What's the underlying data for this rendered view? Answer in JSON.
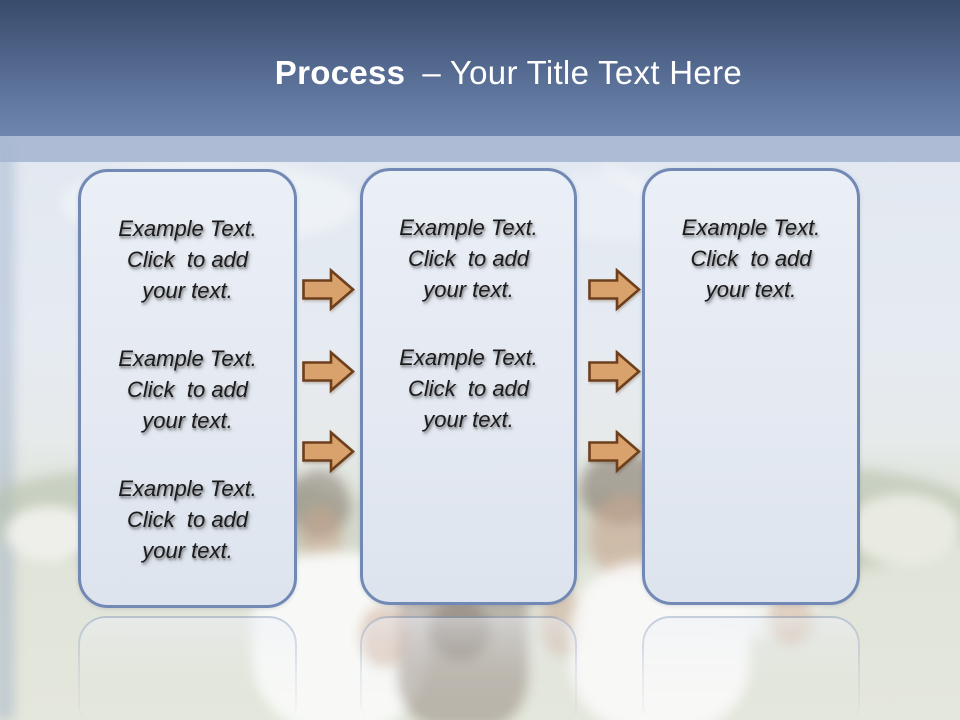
{
  "slide": {
    "header": {
      "title_emphasis": "Process",
      "title_rest": "– Your Title Text Here"
    },
    "steps": [
      {
        "name": "step-1",
        "paragraphs": [
          {
            "lines": [
              "Example Text.",
              "Click  to add",
              "your text."
            ]
          },
          {
            "lines": [
              "Example Text.",
              "Click  to add",
              "your text."
            ]
          },
          {
            "lines": [
              "Example Text.",
              "Click  to add",
              "your text."
            ]
          }
        ]
      },
      {
        "name": "step-2",
        "paragraphs": [
          {
            "lines": [
              "Example Text.",
              "Click  to add",
              "your text."
            ]
          },
          {
            "lines": [
              "Example Text.",
              "Click  to add",
              "your text."
            ]
          }
        ]
      },
      {
        "name": "step-3",
        "paragraphs": [
          {
            "lines": [
              "Example Text.",
              "Click  to add",
              "your text."
            ]
          }
        ]
      }
    ],
    "arrows": {
      "columns": 2,
      "rows_per_column": 3,
      "direction": "right"
    },
    "colors": {
      "header_gradient_top": "#394b6b",
      "header_gradient_bottom": "#6f87ae",
      "sub_band": "#a8b7d1",
      "panel_fill": "#e4e9f2",
      "panel_border": "#7289b5",
      "arrow_fill": "#d9a26c",
      "arrow_stroke": "#6e3f1d",
      "title_text": "#ffffff",
      "body_text": "#1b1b1b"
    }
  }
}
